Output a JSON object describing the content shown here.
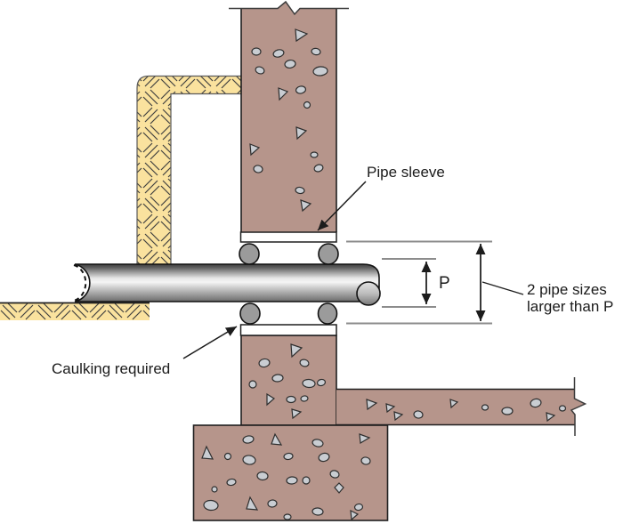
{
  "labels": {
    "pipe_sleeve": "Pipe sleeve",
    "caulking_required": "Caulking required",
    "pipe_diameter": "P",
    "sleeve_size_line1": "2 pipe sizes",
    "sleeve_size_line2": "larger than P"
  },
  "colors": {
    "concrete": "#b6958b",
    "aggregate": "#c9cdd2",
    "earth_fill": "#fae29e",
    "caulk": "#9b9b9b",
    "sleeve_white": "#ffffff"
  }
}
